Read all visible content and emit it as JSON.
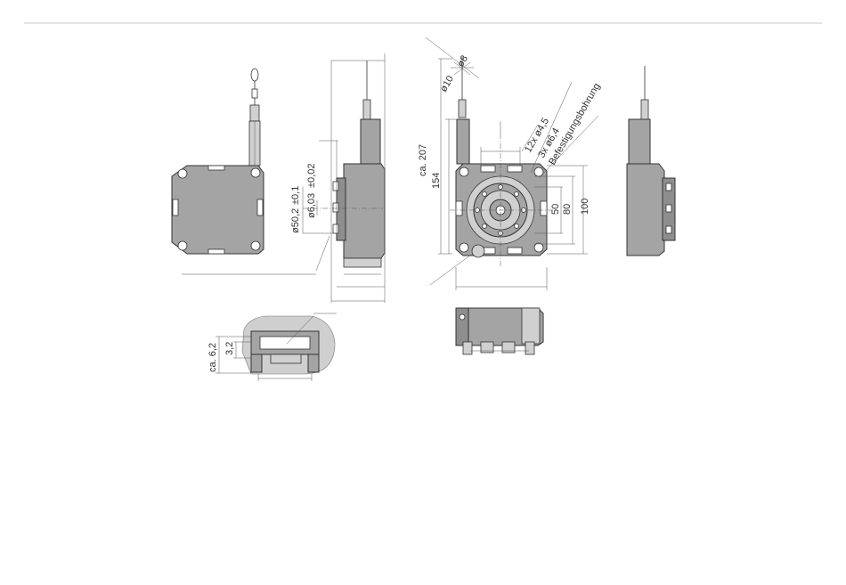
{
  "dimensions": {
    "d_8": "ø8",
    "d_10": "ø10",
    "ca_207": "ca. 207",
    "v_154": "154",
    "holes_12x": "12x ø4,5",
    "holes_3x": "3x ø6,4",
    "befestigung": "Befestigungsbohrung",
    "v_50": "50",
    "v_80": "80",
    "v_100": "100",
    "tol_02": "±0,02",
    "tol_01": "±0,1",
    "d_50_2": "ø50,2",
    "d_6_03": "ø6,03",
    "ca_6_2": "ca. 6,2",
    "v_3_2": "3,2"
  },
  "colors": {
    "body": "#a4a4a4",
    "body_dark": "#8e8e8e",
    "light": "#d0d0d0",
    "line": "#333333",
    "rule": "#c8c8c8"
  }
}
